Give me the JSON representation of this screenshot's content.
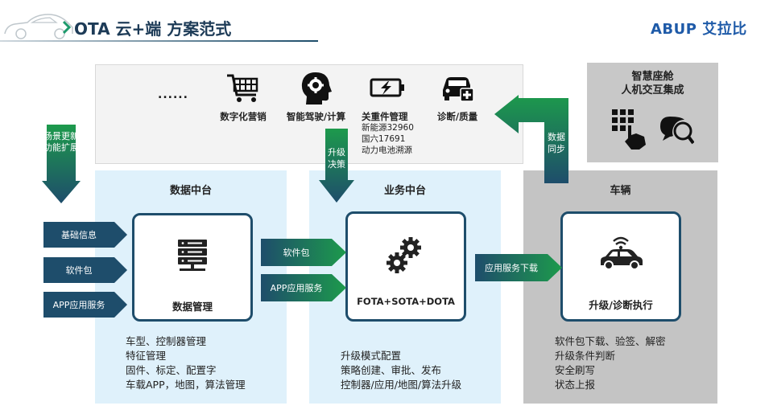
{
  "header": {
    "title": "OTA 云+端 方案范式",
    "logo": "ABUP 艾拉比"
  },
  "top_row": {
    "ellipsis": "......",
    "items": [
      {
        "label": "数字化营销",
        "icon": "shopping-cart-icon"
      },
      {
        "label": "智能驾驶/计算",
        "icon": "brain-head-icon"
      },
      {
        "label": "关重件管理",
        "icon": "battery-icon",
        "details": [
          "新能源32960",
          "国六17691",
          "动力电池溯源"
        ]
      },
      {
        "label": "诊断/质量",
        "icon": "car-medical-icon"
      }
    ]
  },
  "cockpit": {
    "title_line1": "智慧座舱",
    "title_line2": "人机交互集成"
  },
  "arrows": {
    "scene_update": [
      "场景更新",
      "功能扩展"
    ],
    "upgrade_decision": [
      "升级",
      "决策"
    ],
    "data_sync": [
      "数据",
      "同步"
    ],
    "software_pkg": "软件包",
    "app_service": "APP应用服务",
    "app_download": "应用服务下载"
  },
  "inputs": [
    "基础信息",
    "软件包",
    "APP应用服务"
  ],
  "data_platform": {
    "title": "数据中台",
    "box_label": "数据管理",
    "desc": [
      "车型、控制器管理",
      "特征管理",
      "固件、标定、配置字",
      "车载APP，地图，算法管理"
    ]
  },
  "biz_platform": {
    "title": "业务中台",
    "box_label": "FOTA+SOTA+DOTA",
    "desc": [
      "升级模式配置",
      "策略创建、审批、发布",
      "控制器/应用/地图/算法升级"
    ]
  },
  "vehicle": {
    "title": "车辆",
    "box_label": "升级/诊断执行",
    "desc": [
      "软件包下载、验签、解密",
      "升级条件判断",
      "安全刷写",
      "状态上报"
    ]
  },
  "colors": {
    "dark_teal": "#1e4d6b",
    "green": "#1d9a4c",
    "light_blue": "#dff1fb",
    "gray": "#c4c4c4",
    "brand_blue": "#1e5aa8"
  }
}
